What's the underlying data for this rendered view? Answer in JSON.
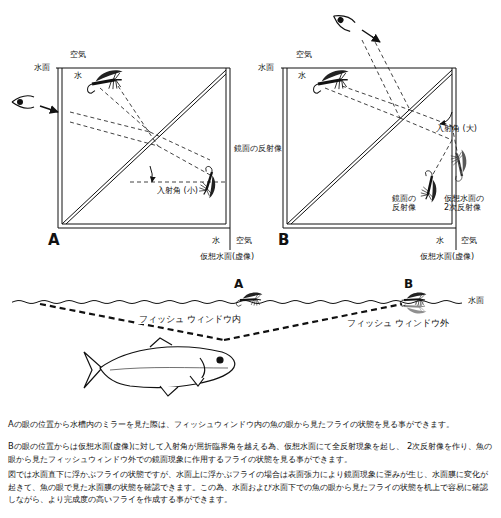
{
  "diagram": {
    "labels": [
      "空気",
      "水面",
      "水",
      "鏡面の反射像",
      "入射角 (小)",
      "A",
      "水",
      "空気",
      "仮想水面(虚像)",
      "空気",
      "水面",
      "水",
      "入射角 (大)",
      "鏡面の 反射像",
      "仮想水面の 2次反射像",
      "B",
      "水",
      "空気",
      "仮想水面(虚像)",
      "A",
      "B",
      "水面",
      "フィッシュ ウィンドウ内",
      "フィッシュ ウィンドウ外",
      "Aの眼の位置から水槽内のミラーを見た際は、フィッシュウィンドウ内の魚の眼から見たフライの状態を見る事ができます。",
      "Bの眼の位置からは仮想水面(虚像)に対して入射角が屈折臨界角を越える為、仮想水面にて全反射現象を起し、 2次反射像を作り、魚の眼から見たフィッシュウィンドウ外での鏡面現象に作用するフライの状態を見る事ができます。",
      "図では水面直下に浮かぶフライの状態ですが、水面上に浮かぶフライの場合は表面張力により鏡面現象に歪みが生じ、水面膜に変化が起きて、魚の眼で見た水面膜の状態を確認できます。この為、水面および水面下での魚の眼から見たフライの状態を机上で容易に確認しながら、より完成度の高いフライを作成する事ができます。"
    ]
  }
}
